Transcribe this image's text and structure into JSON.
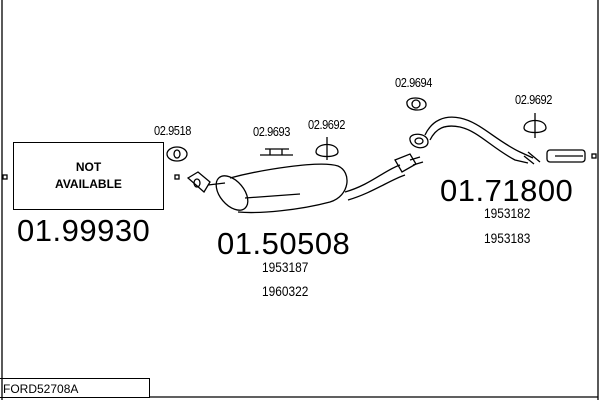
{
  "not_available": {
    "line1": "NOT",
    "line2": "AVAILABLE"
  },
  "parts": [
    {
      "number": "01.99930",
      "oem": []
    },
    {
      "number": "01.50508",
      "oem": [
        "1953187",
        "1960322"
      ]
    },
    {
      "number": "01.71800",
      "oem": [
        "1953182",
        "1953183"
      ]
    }
  ],
  "accessories": [
    "02.9518",
    "02.9693",
    "02.9692",
    "02.9694",
    "02.9692"
  ],
  "footer": {
    "code": "FORD52708A"
  }
}
